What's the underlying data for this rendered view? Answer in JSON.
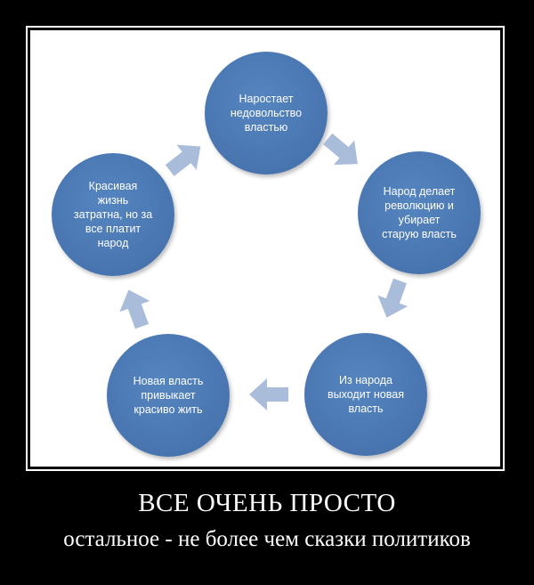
{
  "diagram": {
    "nodes": [
      {
        "id": "n1",
        "label": "Наростает\nнедовольство\nвластью"
      },
      {
        "id": "n2",
        "label": "Народ делает\nреволюцию и\nубирает\nстарую власть"
      },
      {
        "id": "n3",
        "label": "Из народа\nвыходит новая\nвласть"
      },
      {
        "id": "n4",
        "label": "Новая  власть\nпривыкает\nкрасиво жить"
      },
      {
        "id": "n5",
        "label": "Красивая\nжизнь\nзатратна, но за\nвсе платит\nнарод"
      }
    ],
    "arrow_color": "#a9bcd9",
    "node_color": "#4a77b2"
  },
  "caption": {
    "title": "ВСЕ ОЧЕНЬ ПРОСТО",
    "subtitle": "остальное - не более чем сказки политиков"
  }
}
